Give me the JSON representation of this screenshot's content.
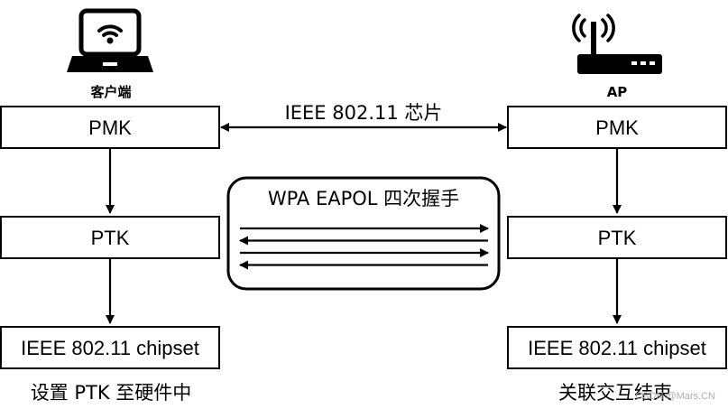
{
  "client": {
    "label": "客户端",
    "icon": "laptop-wifi-icon",
    "pmk": "PMK",
    "ptk": "PTK",
    "chipset": "IEEE 802.11 chipset",
    "caption": "设置 PTK 至硬件中"
  },
  "ap": {
    "label": "AP",
    "icon": "wifi-router-icon",
    "pmk": "PMK",
    "ptk": "PTK",
    "chipset": "IEEE 802.11 chipset",
    "caption": "关联交互结束"
  },
  "link": {
    "label": "IEEE 802.11 芯片"
  },
  "handshake": {
    "title": "WPA EAPOL 四次握手",
    "arrows": [
      "right",
      "left",
      "right",
      "left"
    ]
  },
  "watermark": "CSDN @Mars.CN",
  "colors": {
    "stroke": "#000000",
    "background": "#ffffff"
  }
}
